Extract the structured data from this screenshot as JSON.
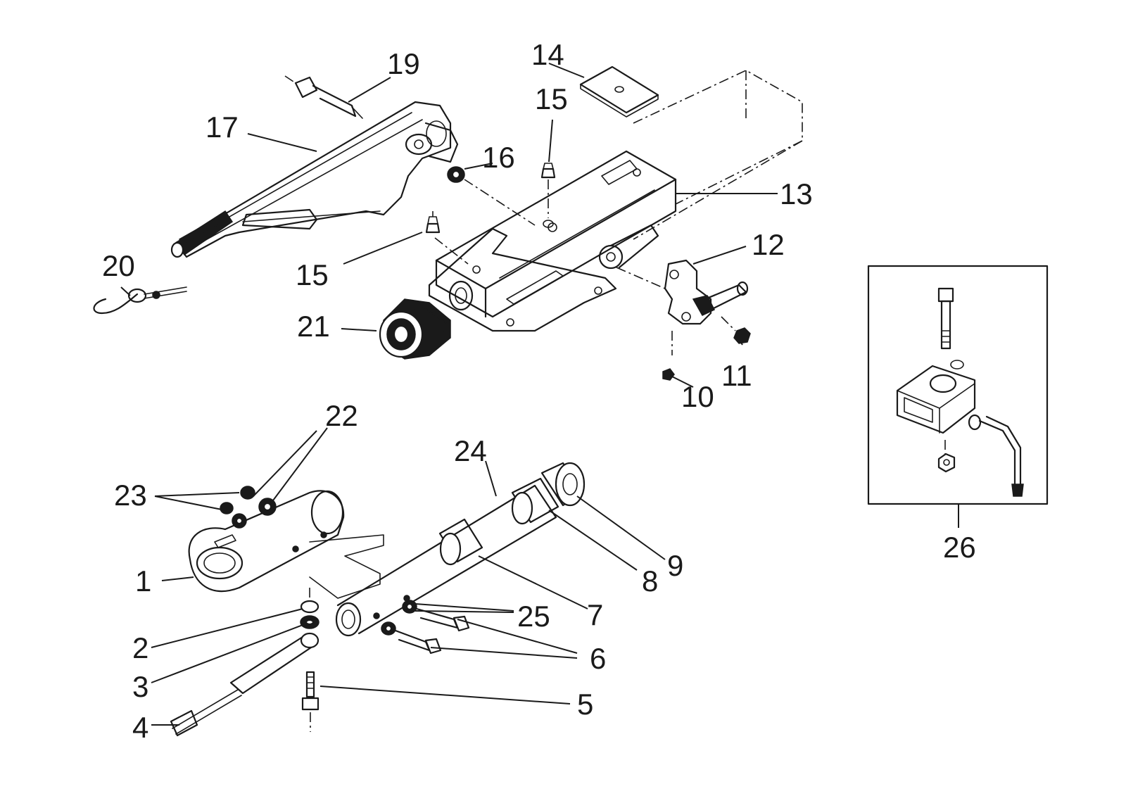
{
  "callouts": {
    "c1": "1",
    "c2": "2",
    "c3": "3",
    "c4": "4",
    "c5": "5",
    "c6": "6",
    "c7": "7",
    "c8": "8",
    "c9": "9",
    "c10": "10",
    "c11": "11",
    "c12": "12",
    "c13": "13",
    "c14": "14",
    "c15a": "15",
    "c15b": "15",
    "c16": "16",
    "c17": "17",
    "c19": "19",
    "c20": "20",
    "c21": "21",
    "c22": "22",
    "c23": "23",
    "c24": "24",
    "c25": "25",
    "c26": "26"
  },
  "colors": {
    "line": "#1a1a1a",
    "background": "#ffffff"
  }
}
